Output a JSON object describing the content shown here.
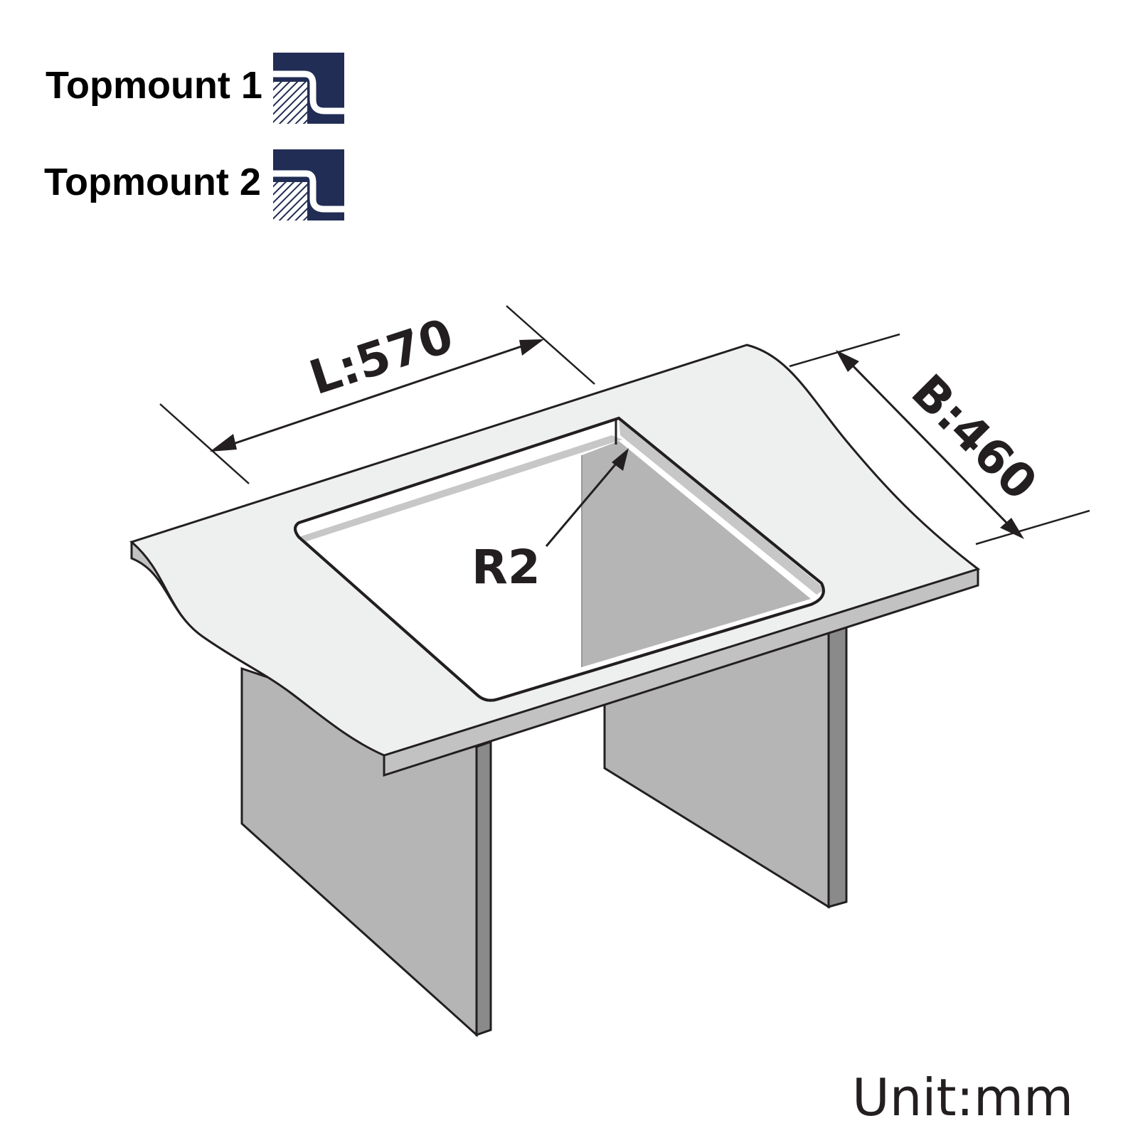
{
  "legend": {
    "items": [
      {
        "label": "Topmount 1",
        "icon": "topmount-1-icon"
      },
      {
        "label": "Topmount 2",
        "icon": "topmount-2-icon"
      }
    ],
    "icon_color": "#222d55"
  },
  "dimensions": {
    "length": "L:570",
    "breadth": "B:460",
    "radius": "R2"
  },
  "unit": "Unit:mm",
  "colors": {
    "top_surface": "#eef0ef",
    "panel": "#b5b5b5",
    "panel_edge": "#8a8a8a",
    "outline": "#231f20"
  }
}
